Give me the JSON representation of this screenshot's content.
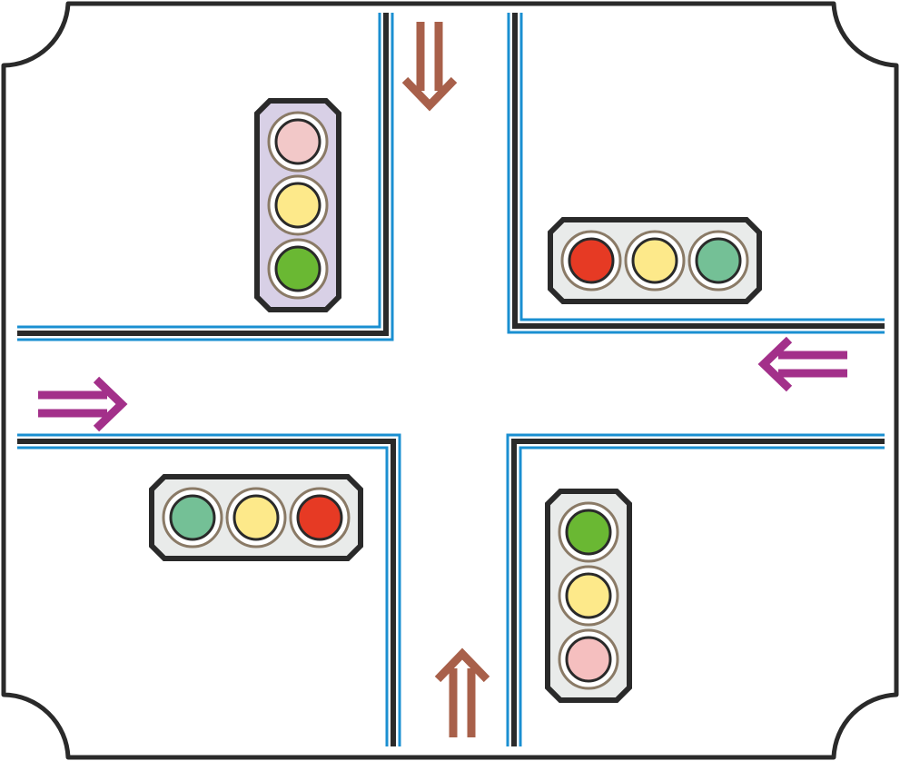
{
  "colors": {
    "frame": "#2a2a2a",
    "curb_blue": "#1a8fd1",
    "curb_black": "#2a2a2a",
    "arrow_vertical": "#a8604a",
    "arrow_horizontal": "#a3308a",
    "ring": "#8a7a66"
  },
  "arrows": [
    {
      "id": "arrow-southbound",
      "direction": "down",
      "color_key": "arrow_vertical"
    },
    {
      "id": "arrow-northbound",
      "direction": "up",
      "color_key": "arrow_vertical"
    },
    {
      "id": "arrow-eastbound",
      "direction": "right",
      "color_key": "arrow_horizontal"
    },
    {
      "id": "arrow-westbound",
      "direction": "left",
      "color_key": "arrow_horizontal"
    }
  ],
  "traffic_lights": [
    {
      "id": "traffic-light-northwest",
      "orientation": "vertical",
      "housing_color": "#d8d0e6",
      "lamps": [
        {
          "name": "red",
          "color": "#f2c8c8",
          "lit": false
        },
        {
          "name": "yellow",
          "color": "#fde98a",
          "lit": false
        },
        {
          "name": "green",
          "color": "#6ab833",
          "lit": true
        }
      ]
    },
    {
      "id": "traffic-light-northeast",
      "orientation": "horizontal",
      "housing_color": "#e9ebea",
      "lamps": [
        {
          "name": "red",
          "color": "#e63a24",
          "lit": true
        },
        {
          "name": "yellow",
          "color": "#fde98a",
          "lit": false
        },
        {
          "name": "green",
          "color": "#74c096",
          "lit": false
        }
      ]
    },
    {
      "id": "traffic-light-southwest",
      "orientation": "horizontal",
      "housing_color": "#e9ebea",
      "lamps": [
        {
          "name": "green",
          "color": "#74c096",
          "lit": false
        },
        {
          "name": "yellow",
          "color": "#fde98a",
          "lit": false
        },
        {
          "name": "red",
          "color": "#e63a24",
          "lit": true
        }
      ]
    },
    {
      "id": "traffic-light-southeast",
      "orientation": "vertical",
      "housing_color": "#e9ebea",
      "lamps": [
        {
          "name": "green",
          "color": "#6ab833",
          "lit": true
        },
        {
          "name": "yellow",
          "color": "#fde98a",
          "lit": false
        },
        {
          "name": "red",
          "color": "#f5bfbf",
          "lit": false
        }
      ]
    }
  ]
}
